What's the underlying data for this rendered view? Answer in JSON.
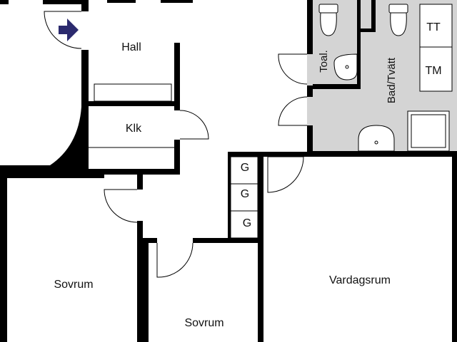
{
  "rooms": {
    "hall": "Hall",
    "kitchen": "Klk",
    "toilet": "Toal.",
    "bath_laundry": "Bad/Tvätt",
    "bedroom_left": "Sovrum",
    "bedroom_middle": "Sovrum",
    "living_room": "Vardagsrum"
  },
  "fixtures": {
    "dryer": "TT",
    "washer": "TM",
    "wardrobe_1": "G",
    "wardrobe_2": "G",
    "wardrobe_3": "G"
  },
  "icons": {
    "entrance": "entrance-arrow-icon"
  },
  "colors": {
    "wall": "#000000",
    "wet_room_floor": "#d4d4d4",
    "entrance_arrow": "#2b2a6e"
  }
}
